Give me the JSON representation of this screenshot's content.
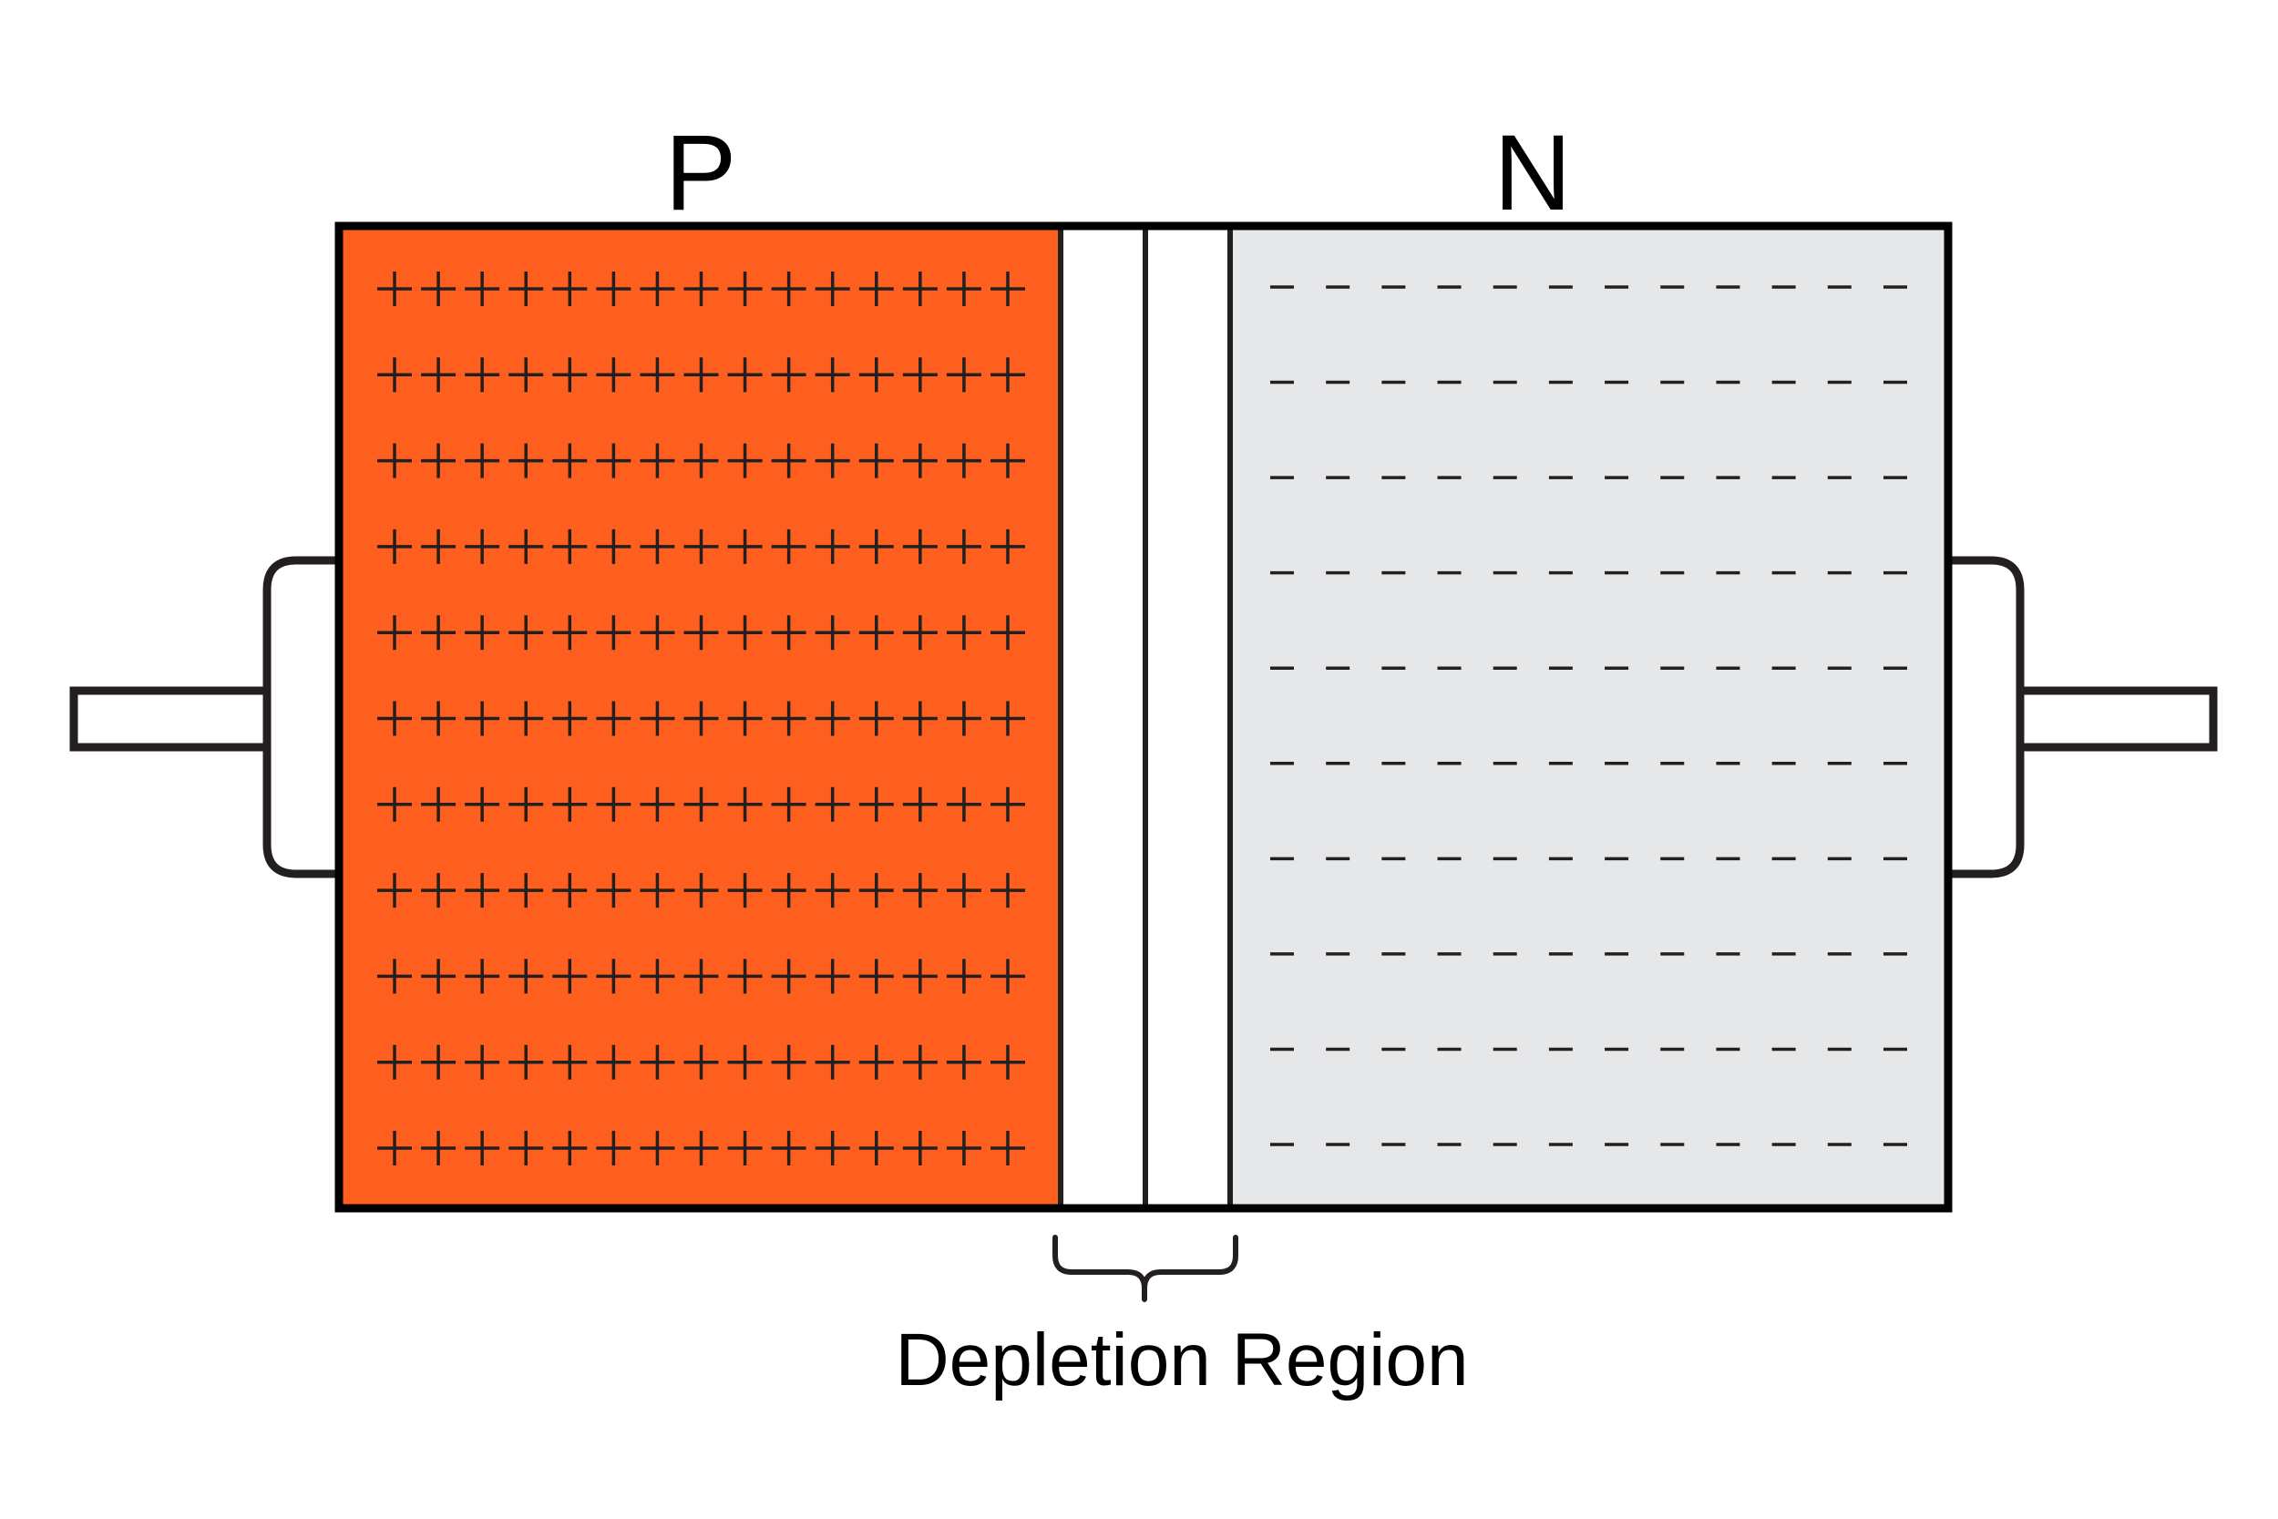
{
  "labels": {
    "p_region": "P",
    "n_region": "N",
    "depletion_region": "Depletion Region"
  },
  "p_region": {
    "charge_symbol": "+",
    "rows": 11,
    "columns": 15
  },
  "n_region": {
    "charge_symbol": "-",
    "rows": 10,
    "columns": 12
  },
  "colors": {
    "p_region_fill": "#fe5f1f",
    "n_region_fill": "#e6e7e9",
    "depletion_fill": "#ffffff",
    "outline": "#000000",
    "terminal_outline": "#231f20"
  }
}
